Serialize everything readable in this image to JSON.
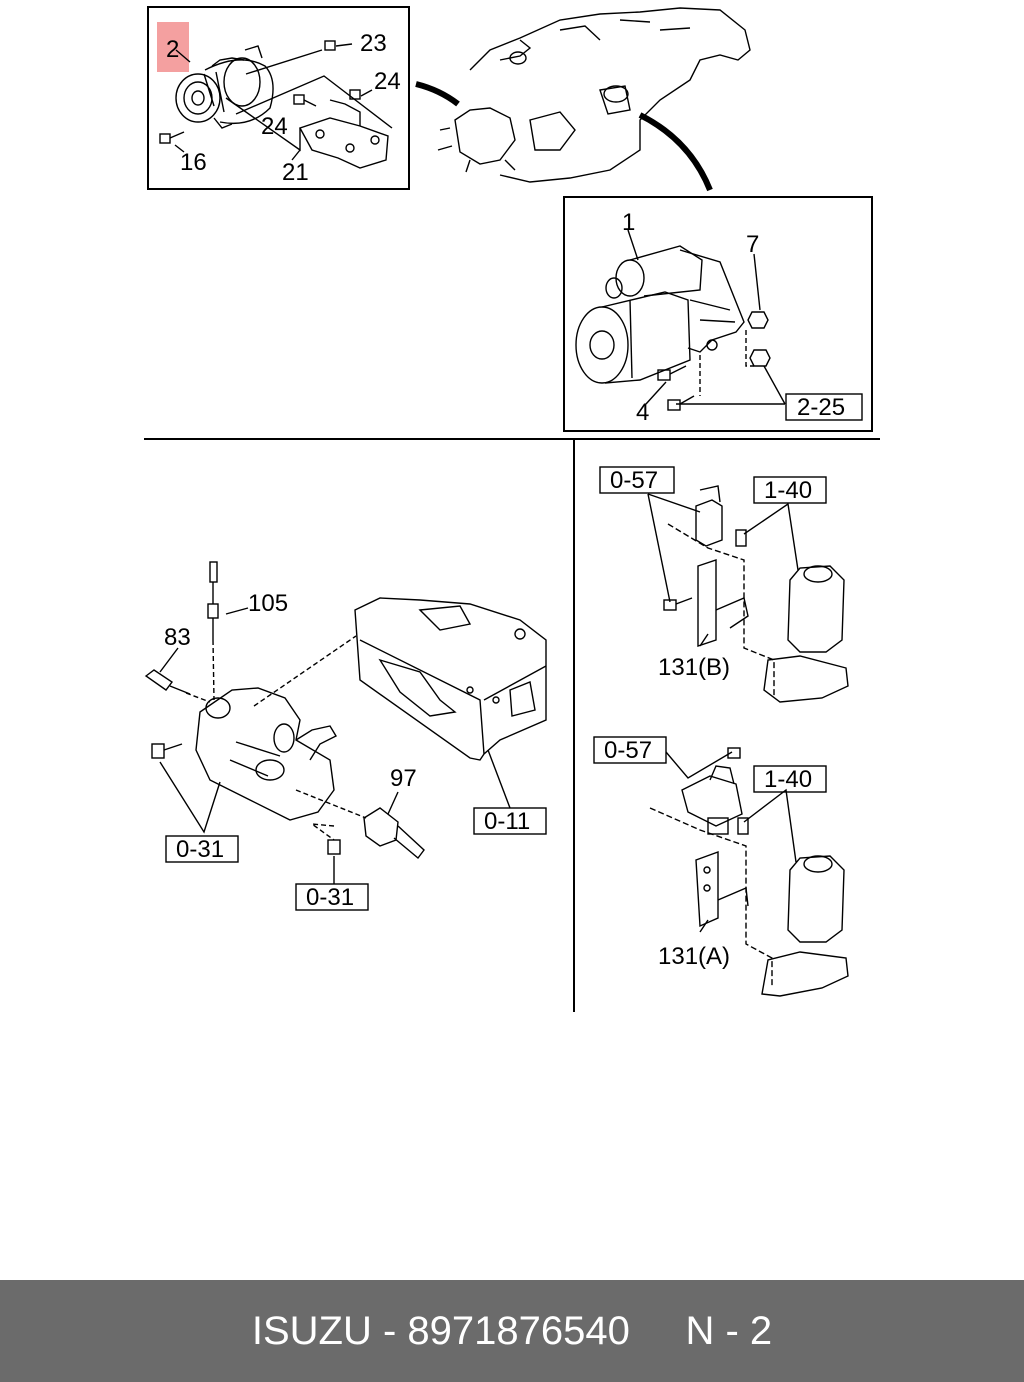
{
  "highlight_color": "#f4a0a0",
  "footer": {
    "brand": "ISUZU",
    "separator": " - ",
    "part_number": "8971876540",
    "page_ref": "N - 2",
    "background": "#6b6b6b"
  },
  "callouts": {
    "alternator": "2",
    "nut_23": "23",
    "bolt_24_right": "24",
    "bolt_24_left": "24",
    "bolt_16": "16",
    "bracket_21": "21",
    "starter": "1",
    "nut_7": "7",
    "bolt_4": "4",
    "ref_2_25": "2-25",
    "glow_plug_105": "105",
    "sensor_83": "83",
    "sensor_97": "97",
    "ref_0_11": "0-11",
    "ref_0_31_left": "0-31",
    "ref_0_31_bottom": "0-31",
    "ref_0_57_top": "0-57",
    "ref_1_40_top": "1-40",
    "bracket_131b": "131(B)",
    "ref_0_57_bottom": "0-57",
    "ref_1_40_bottom": "1-40",
    "bracket_131a": "131(A)"
  }
}
